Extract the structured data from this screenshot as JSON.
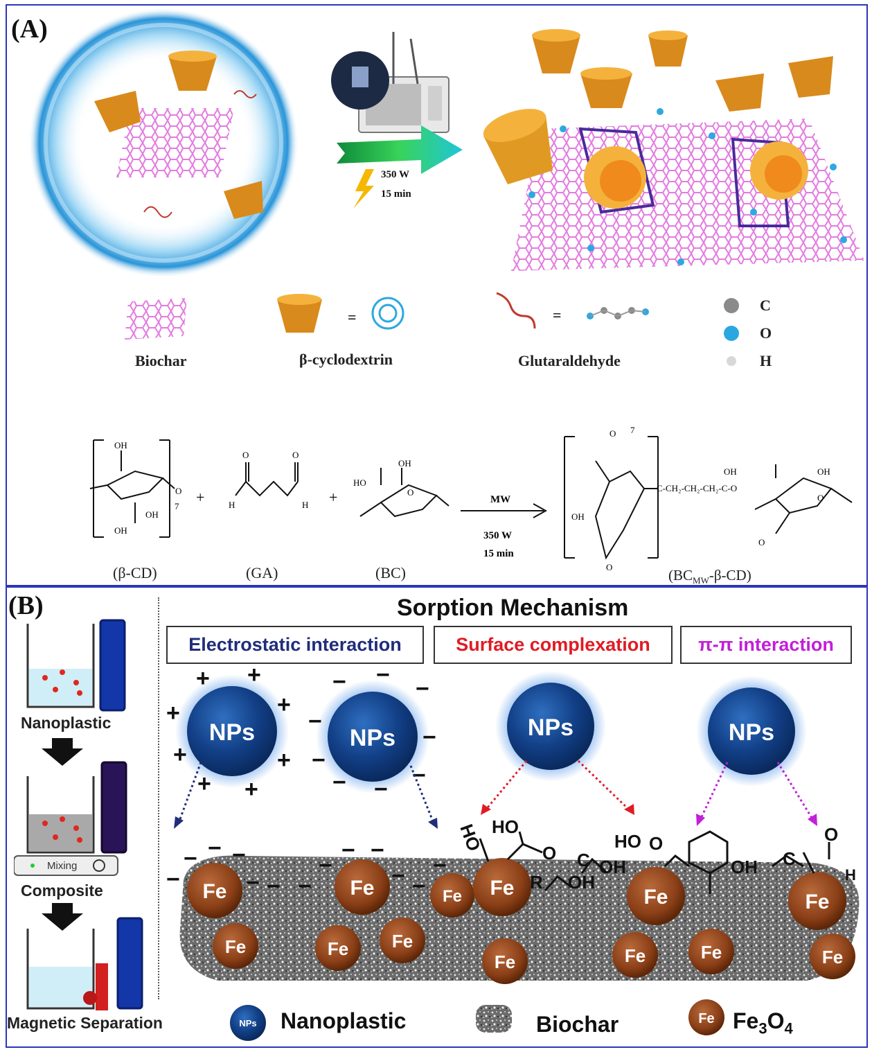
{
  "panelA": {
    "label": "(A)",
    "conditions": {
      "power": "350 W",
      "time": "15 min"
    },
    "legend": {
      "biochar": "Biochar",
      "cyclodextrin": "β-cyclodextrin",
      "glutaraldehyde": "Glutaraldehyde",
      "equals": "=",
      "atoms": [
        {
          "symbol": "C",
          "color": "#8a8a8a"
        },
        {
          "symbol": "O",
          "color": "#2aa7e0"
        },
        {
          "symbol": "H",
          "color": "#d8d8d8"
        }
      ]
    },
    "reaction": {
      "plus": "+",
      "arrow_label": "MW",
      "arrow_power": "350 W",
      "arrow_time": "15 min",
      "oh": "OH",
      "ho": "HO",
      "o": "O",
      "h": "H",
      "n": "7",
      "chain": "C-CH₂-CH₂-CH₂-C-O",
      "labels": [
        "(β-CD)",
        "(GA)",
        "(BC)",
        "(BC",
        "MW",
        "-β-CD)"
      ]
    }
  },
  "panelB": {
    "label": "(B)",
    "title": "Sorption Mechanism",
    "mechanisms": [
      {
        "label": "Electrostatic interaction",
        "color": "#1f2d7a"
      },
      {
        "label": "Surface complexation",
        "color": "#e01b24"
      },
      {
        "label": "π-π interaction",
        "color": "#c21fd8"
      }
    ],
    "steps": [
      "Nanoplastic",
      "Composite",
      "Magnetic Separation"
    ],
    "mixing_label": "Mixing",
    "np_text": "NPs",
    "fe_text": "Fe",
    "signs": {
      "plus": "+",
      "minus": "−"
    },
    "groups": {
      "ho": "HO",
      "oh": "OH",
      "o": "O",
      "c": "C",
      "r": "R"
    },
    "legend": {
      "nanoplastic": "Nanoplastic",
      "biochar": "Biochar",
      "fe3o4_base": "Fe",
      "fe3o4_sub1": "3",
      "fe3o4_mid": "O",
      "fe3o4_sub2": "4",
      "np_icon": "NPs",
      "fe_icon": "Fe"
    }
  }
}
